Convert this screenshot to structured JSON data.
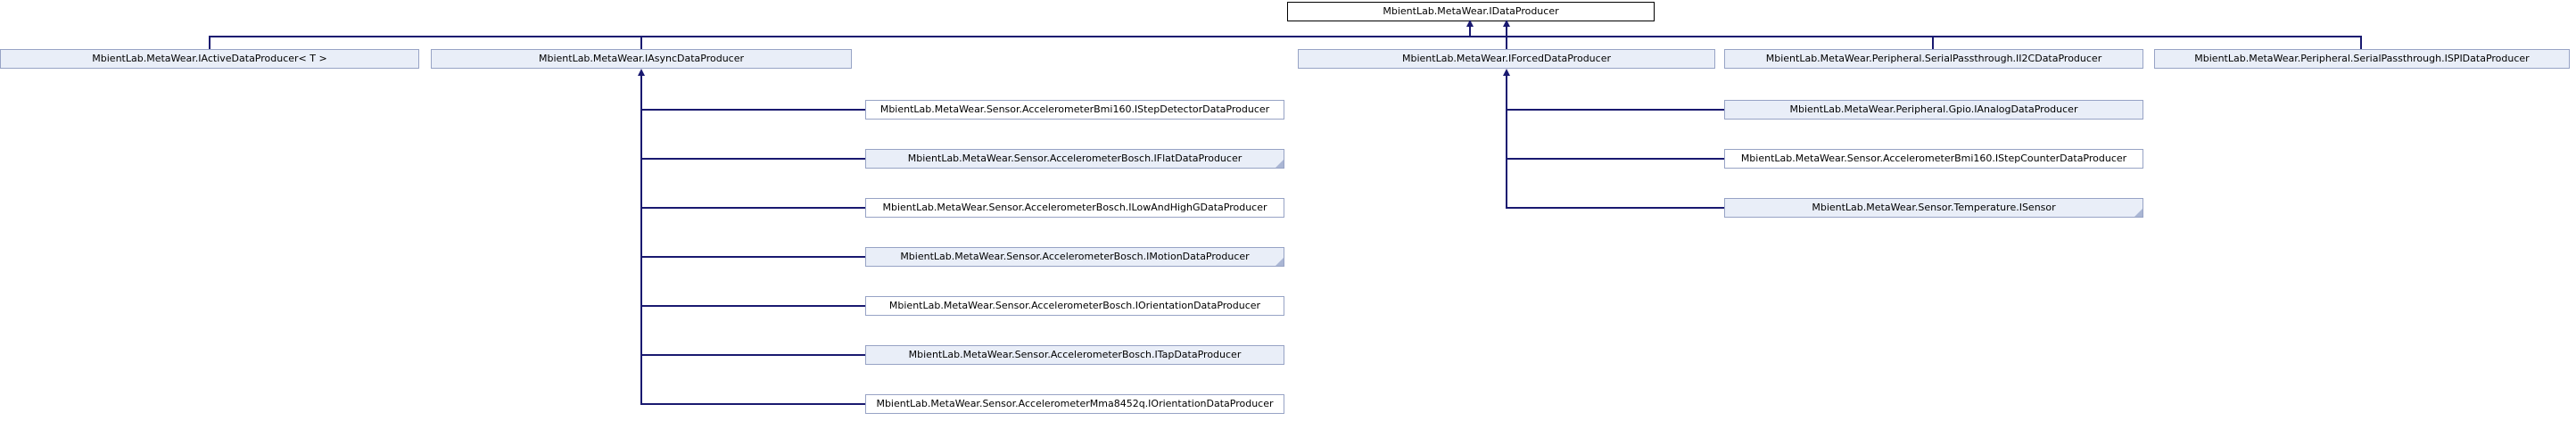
{
  "diagram": {
    "type": "class-inheritance-graph",
    "colors": {
      "edge": "#191970",
      "node_border": "#97a3c5",
      "node_fill_linked": "#e9eef8",
      "node_fill_plain": "#ffffff",
      "root_border": "#000000",
      "fold_marker": "#aab6d4"
    },
    "root": {
      "label": "MbientLab.MetaWear.IDataProducer"
    },
    "level1": [
      {
        "label": "MbientLab.MetaWear.IActiveDataProducer< T >"
      },
      {
        "label": "MbientLab.MetaWear.IAsyncDataProducer"
      },
      {
        "label": "MbientLab.MetaWear.IForcedDataProducer"
      },
      {
        "label": "MbientLab.MetaWear.Peripheral.SerialPassthrough.II2CDataProducer"
      },
      {
        "label": "MbientLab.MetaWear.Peripheral.SerialPassthrough.ISPIDataProducer"
      }
    ],
    "async_children": [
      {
        "label": "MbientLab.MetaWear.Sensor.AccelerometerBmi160.IStepDetectorDataProducer"
      },
      {
        "label": "MbientLab.MetaWear.Sensor.AccelerometerBosch.IFlatDataProducer",
        "has_collapsed_children": true
      },
      {
        "label": "MbientLab.MetaWear.Sensor.AccelerometerBosch.ILowAndHighGDataProducer"
      },
      {
        "label": "MbientLab.MetaWear.Sensor.AccelerometerBosch.IMotionDataProducer",
        "has_collapsed_children": true
      },
      {
        "label": "MbientLab.MetaWear.Sensor.AccelerometerBosch.IOrientationDataProducer"
      },
      {
        "label": "MbientLab.MetaWear.Sensor.AccelerometerBosch.ITapDataProducer"
      },
      {
        "label": "MbientLab.MetaWear.Sensor.AccelerometerMma8452q.IOrientationDataProducer"
      }
    ],
    "forced_children": [
      {
        "label": "MbientLab.MetaWear.Peripheral.Gpio.IAnalogDataProducer"
      },
      {
        "label": "MbientLab.MetaWear.Sensor.AccelerometerBmi160.IStepCounterDataProducer"
      },
      {
        "label": "MbientLab.MetaWear.Sensor.Temperature.ISensor",
        "has_collapsed_children": true
      }
    ]
  }
}
